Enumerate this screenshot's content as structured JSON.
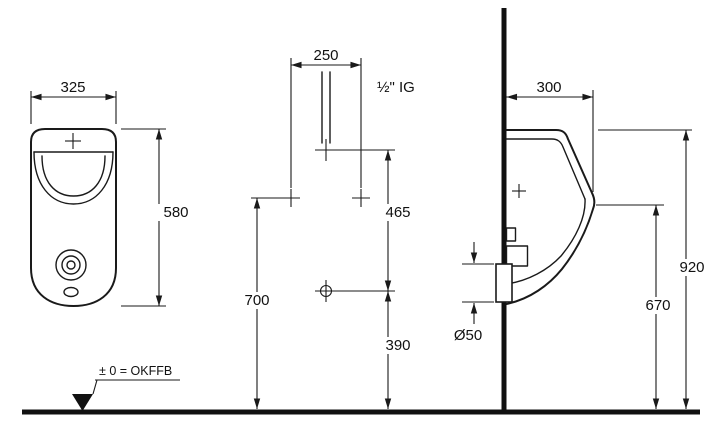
{
  "drawing": {
    "type": "technical-dimension-drawing",
    "subject": "wall-hung urinal, front view and side installation view",
    "units": "mm",
    "colors": {
      "line": "#1a1a1a",
      "background": "#ffffff"
    },
    "labels": {
      "front_width": "325",
      "front_height": "580",
      "inlet_spacing": "250",
      "inlet_thread": "½\" IG",
      "inlet_to_outlet": "465",
      "fixing_height": "700",
      "outlet_height": "390",
      "depth": "300",
      "top_height": "920",
      "rim_height": "670",
      "outlet_diameter": "Ø50",
      "datum_level": "± 0 = OKFFB"
    }
  }
}
